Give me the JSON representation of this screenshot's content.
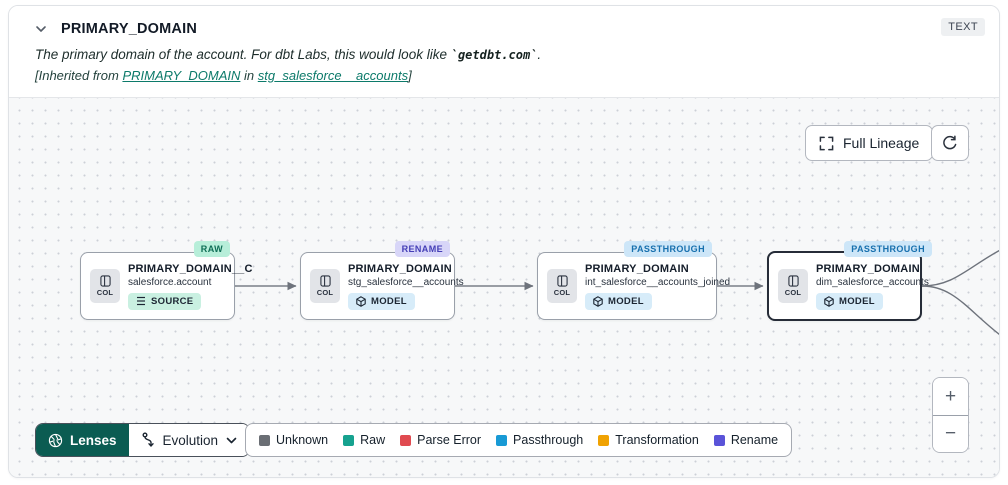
{
  "header": {
    "title": "PRIMARY_DOMAIN",
    "type_badge": "TEXT",
    "description": {
      "prefix": "The primary domain of the account. For dbt Labs, this would look like ",
      "code": "`getdbt.com`",
      "suffix": "."
    },
    "inherited": {
      "prefix": "[Inherited from ",
      "column_link": "PRIMARY_DOMAIN",
      "middle": " in ",
      "model_link": "stg_salesforce__accounts",
      "suffix": "]"
    }
  },
  "toolbar": {
    "full_lineage": "Full Lineage"
  },
  "nodes": [
    {
      "title": "PRIMARY_DOMAIN__C",
      "subtitle": "salesforce.account",
      "col_label": "COL",
      "type": "SOURCE",
      "tag": "RAW"
    },
    {
      "title": "PRIMARY_DOMAIN",
      "subtitle": "stg_salesforce__accounts",
      "col_label": "COL",
      "type": "MODEL",
      "tag": "RENAME"
    },
    {
      "title": "PRIMARY_DOMAIN",
      "subtitle": "int_salesforce__accounts_joined",
      "col_label": "COL",
      "type": "MODEL",
      "tag": "PASSTHROUGH"
    },
    {
      "title": "PRIMARY_DOMAIN",
      "subtitle": "dim_salesforce_accounts",
      "col_label": "COL",
      "type": "MODEL",
      "tag": "PASSTHROUGH",
      "selected": true
    }
  ],
  "footer": {
    "lenses_label": "Lenses",
    "lens_selected": "Evolution",
    "legend": [
      {
        "label": "Unknown",
        "color": "#6a6e74"
      },
      {
        "label": "Raw",
        "color": "#16a28f"
      },
      {
        "label": "Parse Error",
        "color": "#e04a50"
      },
      {
        "label": "Passthrough",
        "color": "#189ad5"
      },
      {
        "label": "Transformation",
        "color": "#f0a202"
      },
      {
        "label": "Rename",
        "color": "#5a53d8"
      }
    ]
  },
  "zoom": {
    "in": "+",
    "out": "−"
  },
  "colors": {
    "accent_link": "#0c7a6a",
    "lenses_bg": "#0b5c52",
    "tag_raw_bg": "#b7eed9",
    "tag_rename_bg": "#d8d6f8",
    "tag_passthrough_bg": "#cde6f8",
    "badge_source_bg": "#c9f0e1",
    "badge_model_bg": "#d7ecf9"
  }
}
